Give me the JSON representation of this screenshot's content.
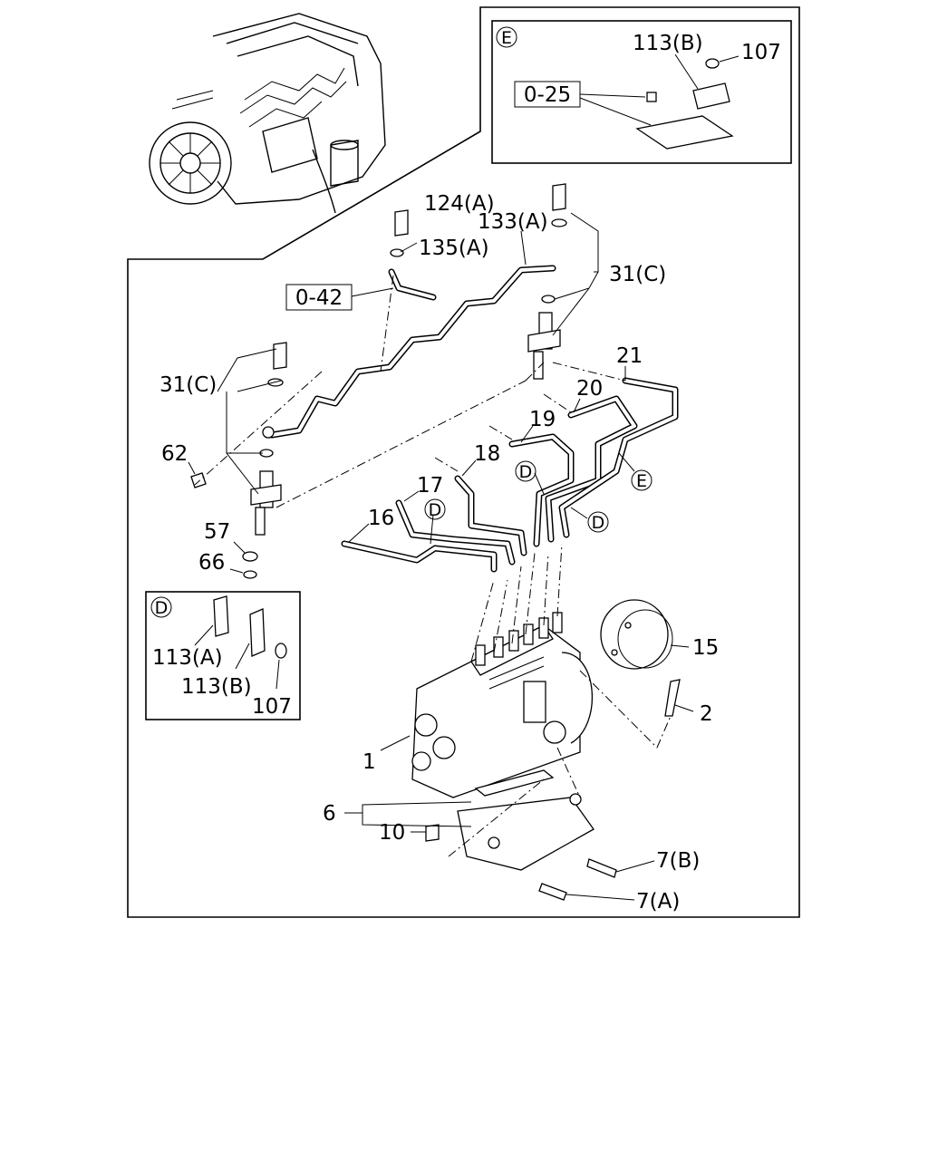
{
  "callouts": {
    "p113b_e": "113(B)",
    "p107_e": "107",
    "ref025": "0-25",
    "p124a": "124(A)",
    "p133a": "133(A)",
    "p135a": "135(A)",
    "ref042": "0-42",
    "p31c_right": "31(C)",
    "p31c_left": "31(C)",
    "p21": "21",
    "p20": "20",
    "p19": "19",
    "p18": "18",
    "p17": "17",
    "p16": "16",
    "p62": "62",
    "p57": "57",
    "p66": "66",
    "p113a_d": "113(A)",
    "p113b_d": "113(B)",
    "p107_d": "107",
    "p15": "15",
    "p2": "2",
    "p1": "1",
    "p6": "6",
    "p10": "10",
    "p7b": "7(B)",
    "p7a": "7(A)"
  },
  "markers": {
    "e_inset": "E",
    "d_inset": "D",
    "e_main": "E",
    "d_main_1": "D",
    "d_main_2": "D",
    "d_main_3": "D"
  }
}
